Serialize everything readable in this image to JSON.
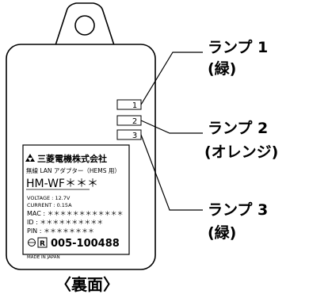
{
  "callouts": [
    {
      "name": "ランプ 1",
      "paren": "(緑)",
      "number": "1"
    },
    {
      "name": "ランプ 2",
      "paren": "(オレンジ)",
      "number": "2"
    },
    {
      "name": "ランプ 3",
      "paren": "(緑)",
      "number": "3"
    }
  ],
  "label": {
    "brand": "三菱電機株式会社",
    "product_line": "無線 LAN アダプター（HEMS 用）",
    "model": "HM-WF＊＊＊",
    "voltage": "VOLTAGE : 12.7V",
    "current": "CURRENT : 0.15A",
    "mac": "MAC : ＊＊＊＊＊＊＊＊＊＊＊＊",
    "id": "ID : ＊＊＊＊＊＊＊＊＊＊",
    "pin": "PIN : ＊＊＊＊＊＊＊＊",
    "cert_mark": "R",
    "cert_number": "005-100488",
    "origin": "MADE IN JAPAN"
  },
  "caption": "〈裏面〉"
}
